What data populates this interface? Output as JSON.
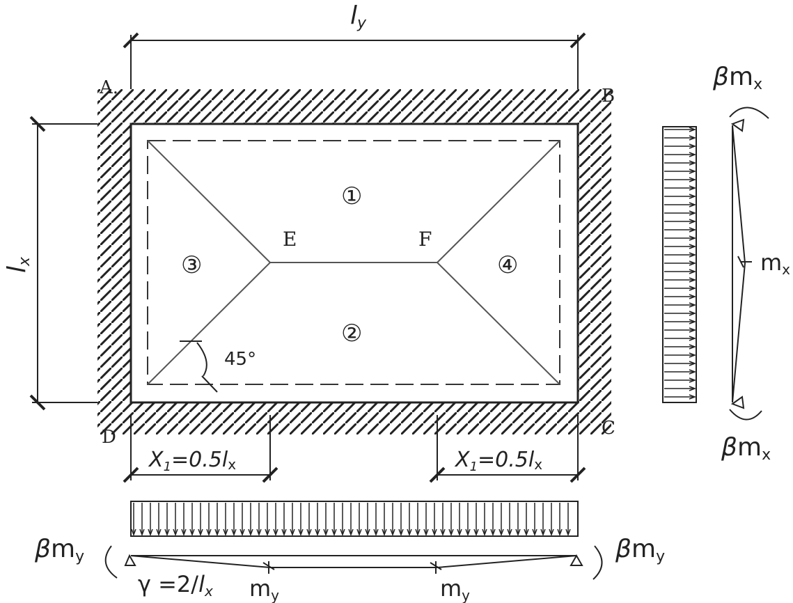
{
  "labels": {
    "ly_base": "l",
    "ly_sub": "y",
    "lx_base": "l",
    "lx_sub": "x",
    "corner_a": "A.",
    "corner_b": "B",
    "corner_c": "C",
    "corner_d": "D",
    "point_e": "E",
    "point_f": "F",
    "region_1": "①",
    "region_2": "②",
    "region_3": "③",
    "region_4": "④",
    "angle": "45°"
  },
  "dimensions": {
    "x1_left_prefix": "X",
    "x1_left_sub": "1",
    "x1_left_eq": "=0.5",
    "x1_left_l": "l",
    "x1_left_lsub": "x",
    "x1_right_prefix": "X",
    "x1_right_sub": "1",
    "x1_right_eq": "=0.5",
    "x1_right_l": "l",
    "x1_right_lsub": "x"
  },
  "moments_right": {
    "beta_top": "β",
    "m_top": "m",
    "m_top_sub": "x",
    "mid_m": "m",
    "mid_sub": "x",
    "beta_bottom": "β",
    "m_bottom": "m",
    "m_bottom_sub": "x"
  },
  "moments_bottom": {
    "beta_left": "β",
    "m_left": "m",
    "m_left_sub": "y",
    "beta_right": "β",
    "m_right": "m",
    "m_right_sub": "y",
    "mid_left_m": "m",
    "mid_left_sub": "y",
    "mid_right_m": "m",
    "mid_right_sub": "y",
    "gamma_prefix": "γ =2/",
    "gamma_l": "l",
    "gamma_sub": "x"
  }
}
